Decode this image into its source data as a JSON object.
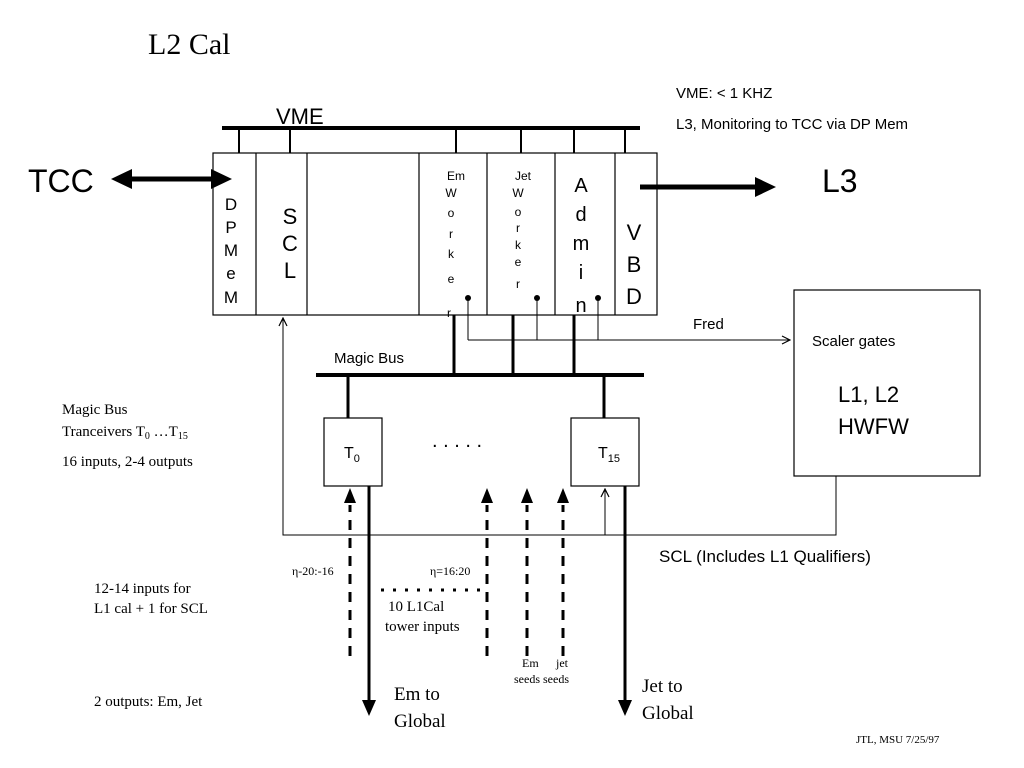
{
  "title": "L2 Cal",
  "vme_label": "VME",
  "notes": {
    "vme_rate": "VME: < 1 KHZ",
    "l3_monitoring": "L3, Monitoring to TCC via DP Mem"
  },
  "tcc_label": "TCC",
  "l3_label": "L3",
  "crate": {
    "dpmem": [
      "D",
      "P",
      "M",
      "e",
      "M"
    ],
    "scl": [
      "S",
      "C",
      "L"
    ],
    "em_worker": [
      "Em",
      "W",
      "o",
      "r",
      "k",
      "e",
      "r"
    ],
    "jet_worker": [
      "Jet",
      "W",
      "o",
      "r",
      "k",
      "e",
      "r"
    ],
    "admin": [
      "A",
      "d",
      "m",
      "i",
      "n"
    ],
    "vbd": [
      "V",
      "B",
      "D"
    ]
  },
  "fred_label": "Fred",
  "hwfw": {
    "scaler_gates": "Scaler gates",
    "line1": "L1, L2",
    "line2": "HWFW"
  },
  "magic_bus_label": "Magic Bus",
  "t0": {
    "main": "T",
    "sub": "0"
  },
  "t15": {
    "main": "T",
    "sub": "15"
  },
  "dots": ". . . . .",
  "left_notes": {
    "magic_bus": "Magic Bus",
    "tranceivers": "Tranceivers T",
    "t_first_sub": "0",
    "ellipsis": " …T",
    "t_last_sub": "15",
    "inputs_outputs": "16 inputs, 2-4 outputs",
    "inputs_line1": "12-14 inputs for",
    "inputs_line2": "L1 cal + 1 for SCL",
    "outputs": "2 outputs: Em, Jet"
  },
  "scl_includes": "SCL (Includes L1 Qualifiers)",
  "eta_left": "η-20:-16",
  "eta_right": "η=16:20",
  "l1cal_line1": "10  L1Cal",
  "l1cal_line2": "tower  inputs",
  "em_seeds": "Em",
  "jet_seeds": "jet",
  "seeds_line": "seeds seeds",
  "em_global_1": "Em to",
  "em_global_2": "Global",
  "jet_global_1": "Jet to",
  "jet_global_2": "Global",
  "footer": "JTL, MSU 7/25/97"
}
